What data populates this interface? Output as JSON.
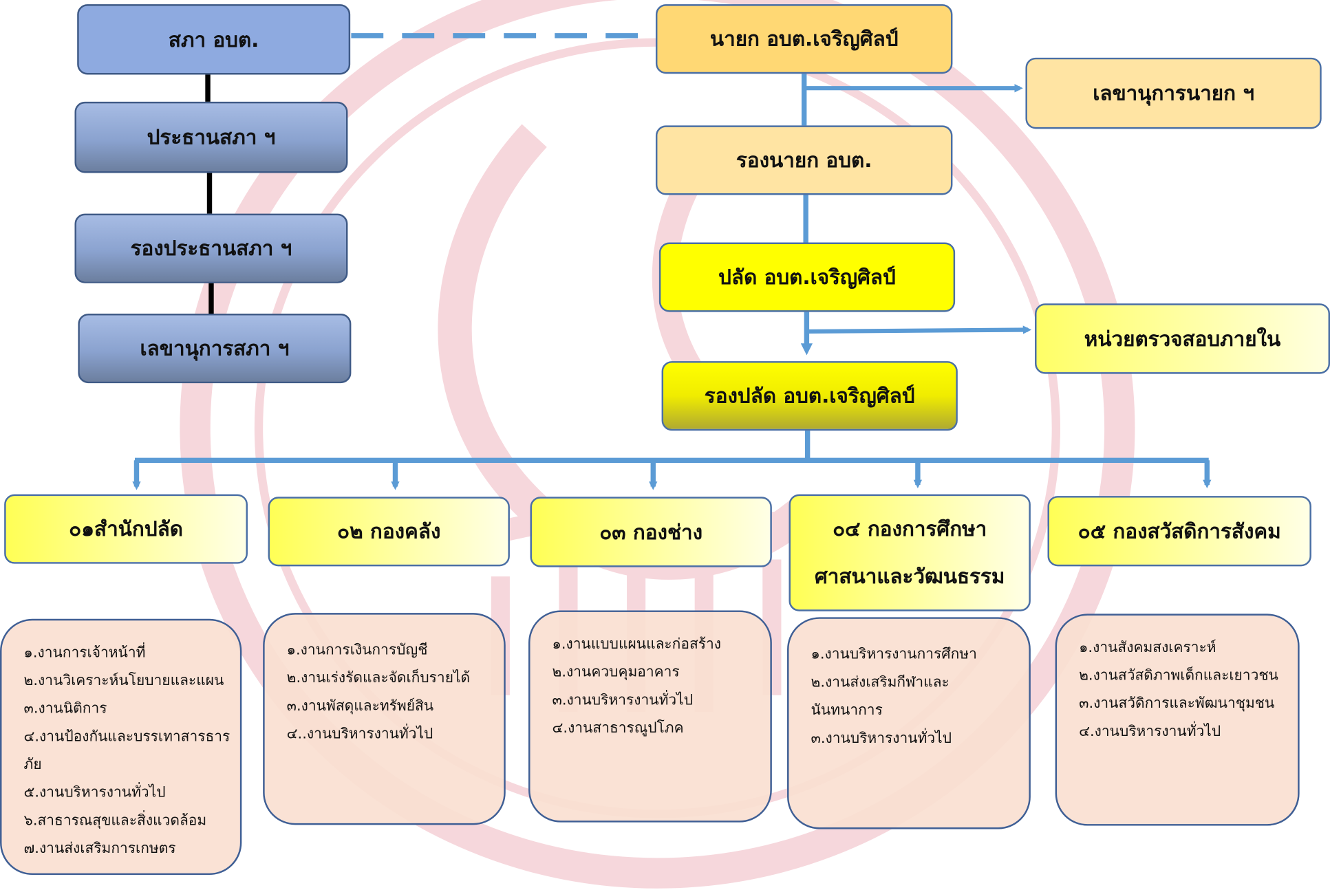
{
  "council": {
    "sapha": "สภา อบต.",
    "president": "ประธานสภา ฯ",
    "vice_president": "รองประธานสภา ฯ",
    "secretary": "เลขานุการสภา ฯ"
  },
  "executive": {
    "mayor": "นายก อบต.เจริญศิลป์",
    "mayor_secretary": "เลขานุการนายก ฯ",
    "deputy_mayor": "รองนายก อบต.",
    "palat": "ปลัด อบต.เจริญศิลป์",
    "internal_audit": "หน่วยตรวจสอบภายใน",
    "deputy_palat": "รองปลัด อบต.เจริญศิลป์"
  },
  "departments": [
    {
      "title": "๐๑สำนักปลัด",
      "tasks": [
        "๑.งานการเจ้าหน้าที่",
        "๒.งานวิเคราะห์นโยบายและแผน",
        "๓.งานนิติการ",
        "๔.งานป้องกันและบรรเทาสารธาร",
        "ภัย",
        "๕.งานบริหารงานทั่วไป",
        "๖.สาธารณสุขและสิ่งแวดล้อม",
        "๗.งานส่งเสริมการเกษตร"
      ]
    },
    {
      "title": "๐๒ กองคลัง",
      "tasks": [
        "๑.งานการเงินการบัญชี",
        "๒.งานเร่งรัดและจัดเก็บรายได้",
        "๓.งานพัสดุและทรัพย์สิน",
        "๔..งานบริหารงานทั่วไป"
      ]
    },
    {
      "title": "๐๓ กองช่าง",
      "tasks": [
        "๑.งานแบบแผนและก่อสร้าง",
        "๒.งานควบคุมอาคาร",
        "๓.งานบริหารงานทั่วไป",
        "๔.งานสาธารณูปโภค"
      ]
    },
    {
      "title_line1": "๐๔ กองการศึกษา",
      "title_line2": "ศาสนาและวัฒนธรรม",
      "tasks": [
        "๑.งานบริหารงานการศึกษา",
        "๒.งานส่งเสริมกีฬาและ",
        "นันทนาการ",
        "๓.งานบริหารงานทั่วไป"
      ]
    },
    {
      "title": "๐๕ กองสวัสดิการสังคม",
      "tasks": [
        "๑.งานสังคมสงเคราะห์",
        "๒.งานสวัสดิภาพเด็กและเยาวชน",
        "๓.งานสวัดิการและพัฒนาชุมชน",
        "๔.งานบริหารงานทั่วไป"
      ]
    }
  ],
  "colors": {
    "connector": "#5b9bd5",
    "council_box": "#8eaae0",
    "mayor_box": "#ffd874",
    "palat_box": "#ffff00",
    "task_box": "#fae0d2",
    "seal_watermark": "#e8a7b2"
  },
  "watermark_icon": "temple-seal-icon"
}
